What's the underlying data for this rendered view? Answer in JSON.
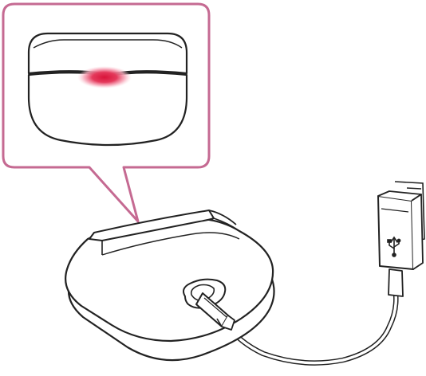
{
  "illustration": {
    "subject": "charging-case-connected-to-usb-cable",
    "callout": {
      "subject": "charging-case-indicator-lamp",
      "indicator_state": "lit"
    },
    "colors": {
      "callout_border": "#c56a92",
      "line_art": "#222222",
      "case_fill": "#ffffff",
      "indicator_core": "#d9143a",
      "indicator_glow": "#f7a6b8"
    },
    "icons": [
      "usb-icon"
    ]
  }
}
